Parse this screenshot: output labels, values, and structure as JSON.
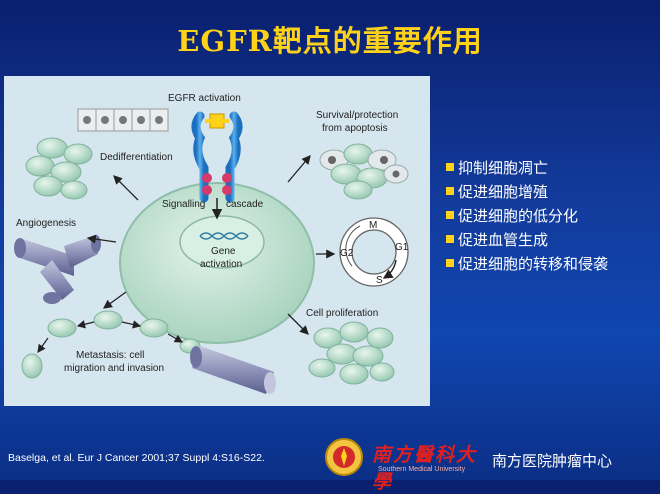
{
  "title": "EGFR靶点的重要作用",
  "diagram": {
    "egfr_activation": "EGFR activation",
    "signalling_left": "Signalling",
    "signalling_right": "cascade",
    "gene_line1": "Gene",
    "gene_line2": "activation",
    "dedifferentiation": "Dedifferentiation",
    "angiogenesis": "Angiogenesis",
    "survival_line1": "Survival/protection",
    "survival_line2": "from apoptosis",
    "cell_proliferation": "Cell proliferation",
    "metastasis_line1": "Metastasis: cell",
    "metastasis_line2": "migration and invasion",
    "cycle_m": "M",
    "cycle_g1": "G1",
    "cycle_s": "S",
    "cycle_g2": "G2"
  },
  "bullets": [
    "抑制细胞凋亡",
    "促进细胞增殖",
    "促进细胞的低分化",
    "促进血管生成",
    "促进细胞的转移和侵袭"
  ],
  "citation": "Baselga, et al. Eur J Cancer 2001;37 Suppl 4:S16-S22.",
  "logo": {
    "name": "南方醫科大學",
    "english": "Southern Medical University"
  },
  "hospital": "南方医院肿瘤中心",
  "colors": {
    "title": "#ffd21a",
    "bullet_marker": "#ffd21a",
    "background": "#123a9a",
    "figure_bg": "#d6e6ee"
  }
}
